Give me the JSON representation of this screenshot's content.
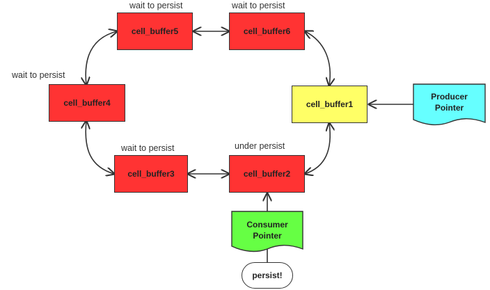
{
  "nodes": {
    "cell_buffer1": "cell_buffer1",
    "cell_buffer2": "cell_buffer2",
    "cell_buffer3": "cell_buffer3",
    "cell_buffer4": "cell_buffer4",
    "cell_buffer5": "cell_buffer5",
    "cell_buffer6": "cell_buffer6"
  },
  "labels": {
    "buffer5_state": "wait to persist",
    "buffer6_state": "wait to persist",
    "buffer4_state": "wait to persist",
    "buffer3_state": "wait to persist",
    "buffer2_state": "under persist"
  },
  "producer": {
    "line1": "Producer",
    "line2": "Pointer"
  },
  "consumer": {
    "line1": "Consumer",
    "line2": "Pointer"
  },
  "terminal": "persist!",
  "colors": {
    "buffer_waiting": "#ff3333",
    "buffer_head": "#ffff66",
    "producer": "#66ffff",
    "consumer": "#66ff44",
    "stroke": "#333333"
  }
}
